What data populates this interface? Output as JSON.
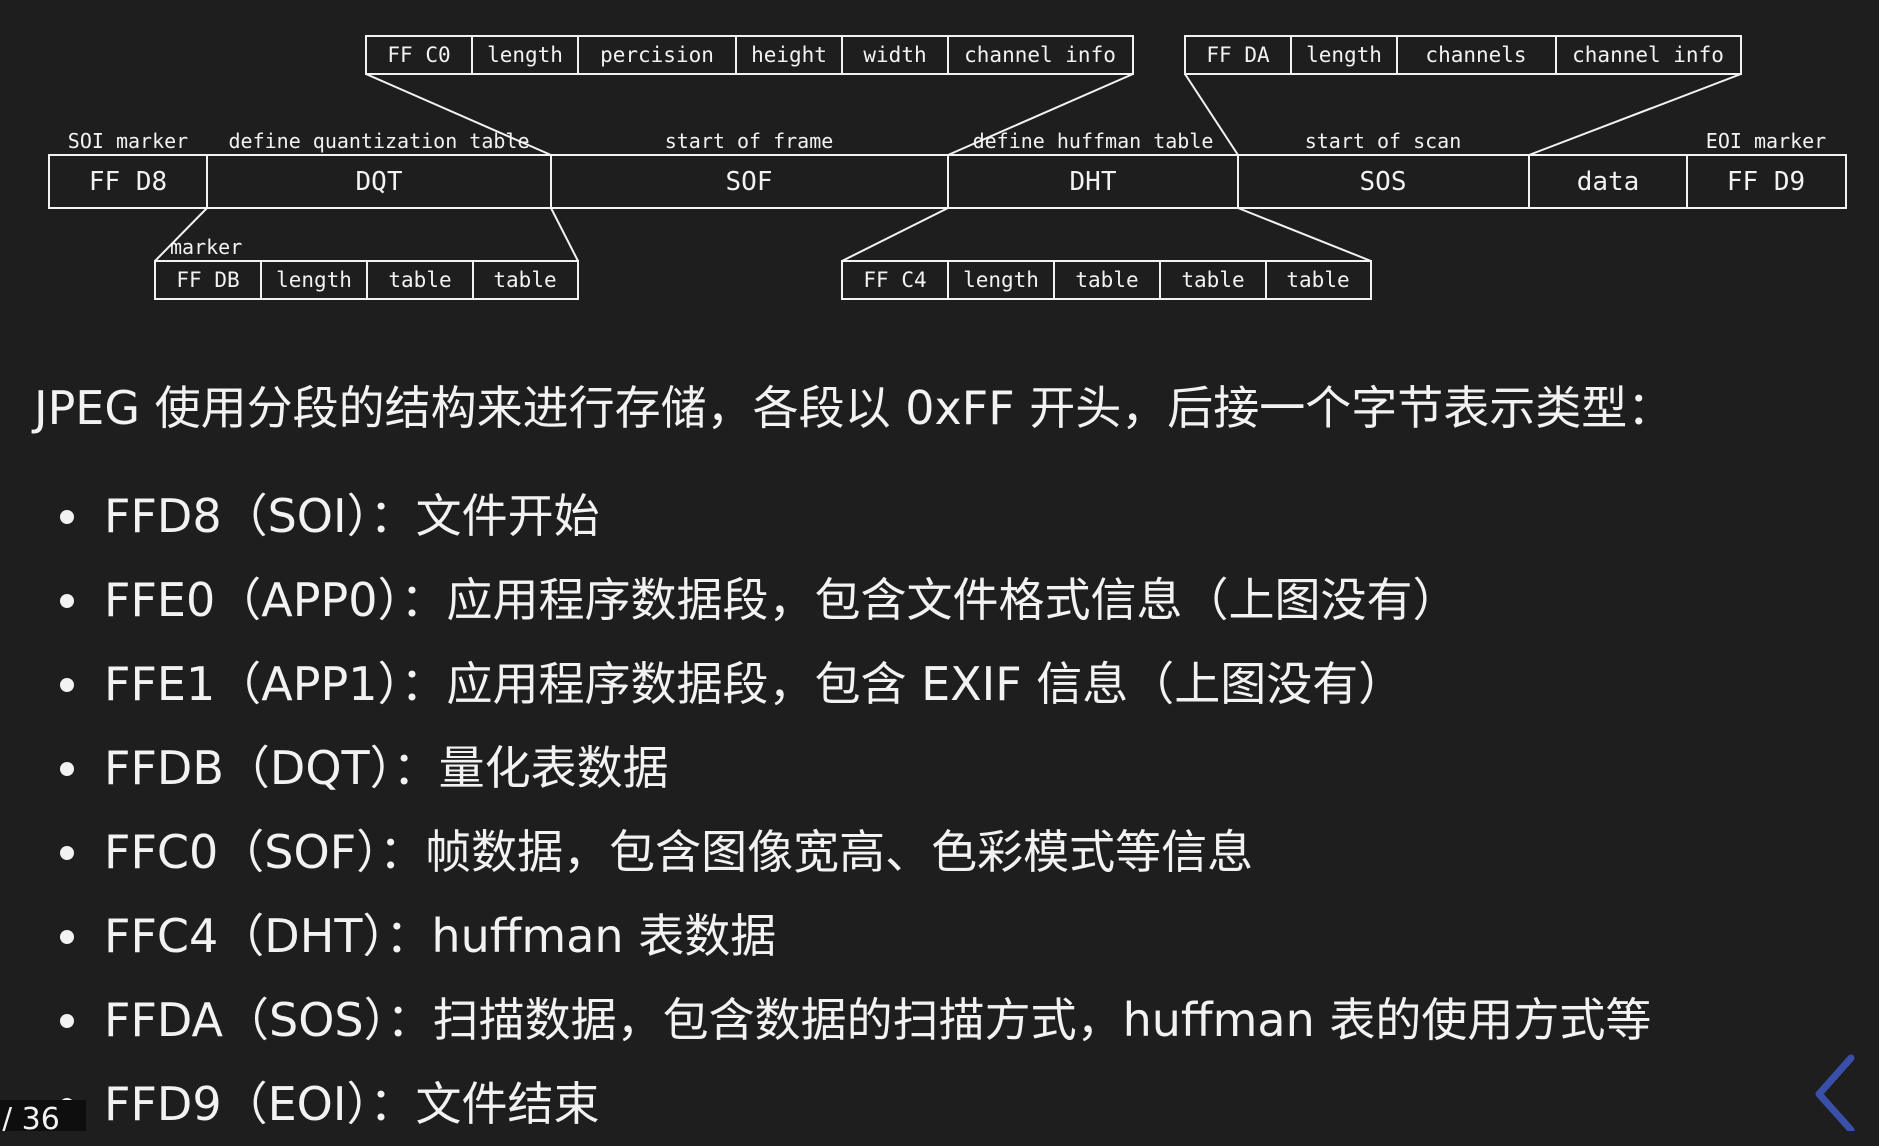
{
  "diagram": {
    "segments": [
      {
        "label": "FF D8",
        "caption": "SOI marker"
      },
      {
        "label": "DQT",
        "caption": "define quantization table"
      },
      {
        "label": "SOF",
        "caption": "start of frame"
      },
      {
        "label": "DHT",
        "caption": "define huffman table"
      },
      {
        "label": "SOS",
        "caption": "start of scan"
      },
      {
        "label": "data",
        "caption": ""
      },
      {
        "label": "FF D9",
        "caption": "EOI marker"
      }
    ],
    "sof_fields": [
      "FF C0",
      "length",
      "percision",
      "height",
      "width",
      "channel info"
    ],
    "sos_fields": [
      "FF DA",
      "length",
      "channels",
      "channel info"
    ],
    "dqt_fields": [
      "FF DB",
      "length",
      "table",
      "table"
    ],
    "dqt_caption": "marker",
    "dht_fields": [
      "FF C4",
      "length",
      "table",
      "table",
      "table"
    ]
  },
  "intro": "JPEG 使用分段的结构来进行存储，各段以 0xFF 开头，后接一个字节表示类型：",
  "markers": [
    "FFD8（SOI）：文件开始",
    "FFE0（APP0）：应用程序数据段，包含文件格式信息（上图没有）",
    "FFE1（APP1）：应用程序数据段，包含 EXIF 信息（上图没有）",
    "FFDB（DQT）：量化表数据",
    "FFC0（SOF）：帧数据，包含图像宽高、色彩模式等信息",
    "FFC4（DHT）：huffman 表数据",
    "FFDA（SOS）：扫描数据，包含数据的扫描方式，huffman 表的使用方式等",
    "FFD9（EOI）：文件结束"
  ],
  "page_counter": "/ 36",
  "nav_icon": "chevron-left-icon",
  "colors": {
    "background": "#1e1e1e",
    "foreground": "#f2f2f2",
    "nav_accent": "#3a4fa8"
  }
}
